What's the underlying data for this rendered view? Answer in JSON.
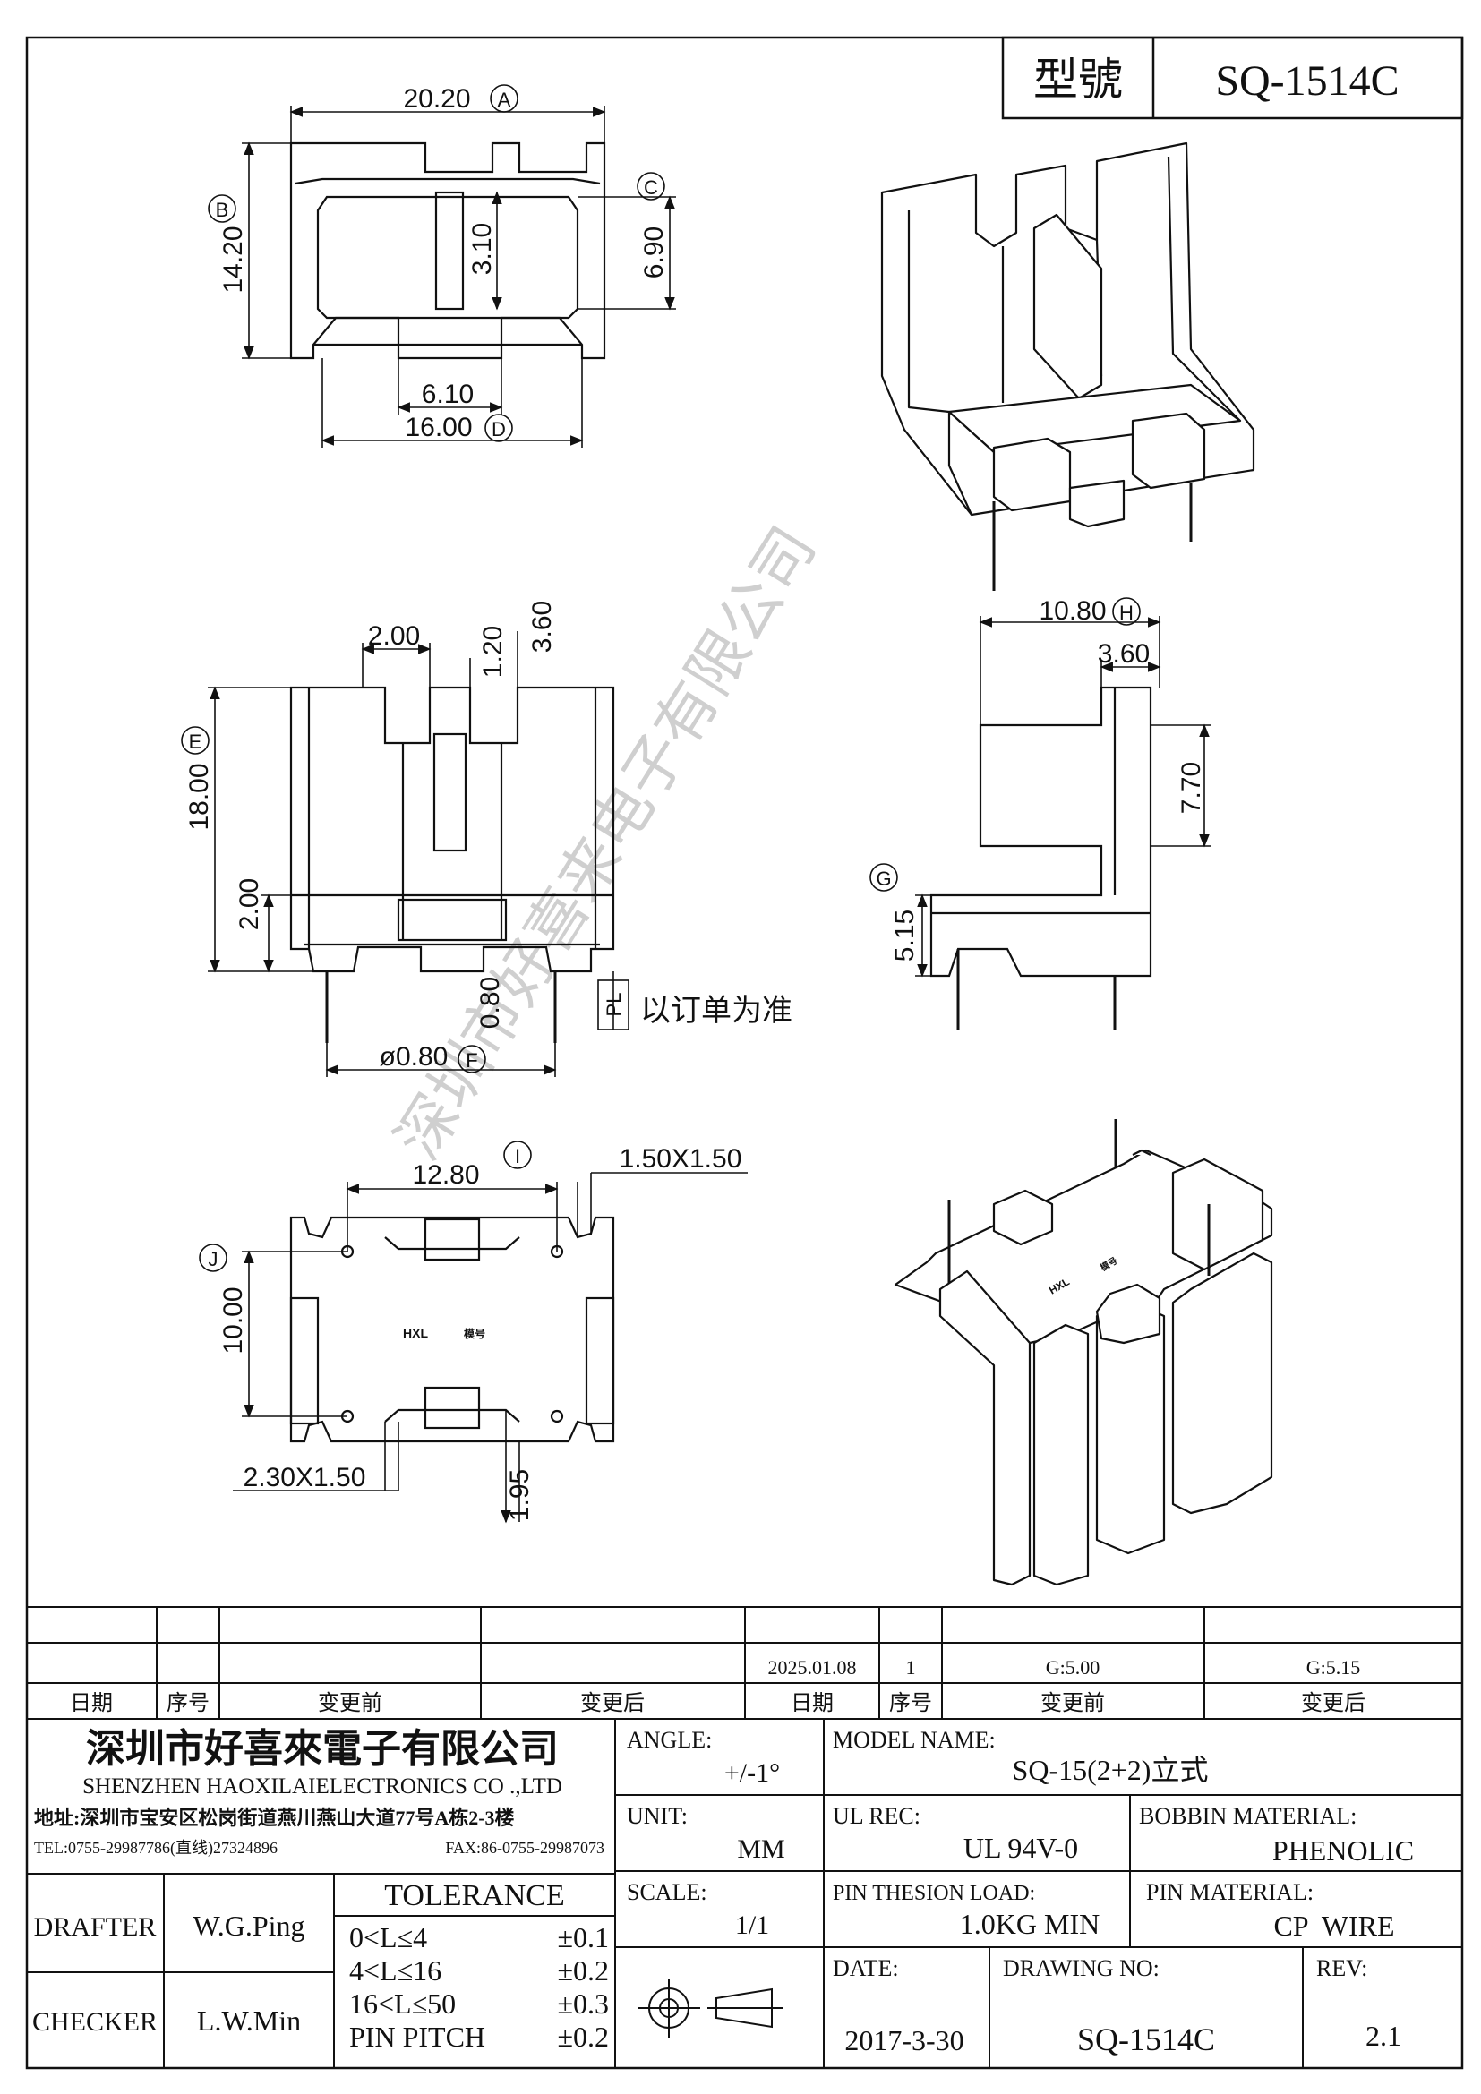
{
  "model_header": {
    "label": "型號",
    "value": "SQ-1514C"
  },
  "views": {
    "top": {
      "width": "20.20",
      "width_tag": "A",
      "depth": "14.20",
      "depth_tag": "B",
      "wall_slot": "6.90",
      "wall_slot_tag": "C",
      "center_wall": "3.10",
      "bottom_slot": "6.10",
      "base_width": "16.00",
      "base_tag": "D"
    },
    "front": {
      "slot_w": "2.00",
      "slot_gap": "1.20",
      "slot_depth": "3.60",
      "height": "18.00",
      "height_tag": "E",
      "base_h": "2.00",
      "pin_gap": "0.80",
      "pl": "PL",
      "pl_note": "以订单为准",
      "pin_dia": "ø0.80",
      "pin_tag": "F"
    },
    "side": {
      "depth": "10.80",
      "depth_tag": "H",
      "top_w": "3.60",
      "mid_h": "7.70",
      "base_h": "5.15",
      "base_tag": "G"
    },
    "bottom": {
      "pin_span": "12.80",
      "pin_span_tag": "I",
      "slot_top": "1.50X1.50",
      "pin_row": "10.00",
      "pin_row_tag": "J",
      "slot_bottom": "2.30X1.50",
      "slot_offset": "1.95",
      "mark_logo": "HXL",
      "mark_text": "模号"
    }
  },
  "watermark": "深圳市好喜来电子有限公司",
  "revision_table": {
    "rows": [
      [
        "",
        "",
        "",
        "",
        "2025.01.08",
        "1",
        "G:5.00",
        "G:5.15"
      ],
      [
        "日期",
        "序号",
        "变更前",
        "变更后",
        "日期",
        "序号",
        "变更前",
        "变更后"
      ]
    ]
  },
  "company": {
    "name_cn": "深圳市好喜來電子有限公司",
    "name_en": "SHENZHEN HAOXILAIELECTRONICS CO .,LTD",
    "address": "地址:深圳市宝安区松岗街道燕川燕山大道77号A栋2-3楼",
    "tel": "TEL:0755-29987786(直线)27324896",
    "fax": "FAX:86-0755-29987073"
  },
  "people": {
    "drafter_label": "DRAFTER",
    "drafter": "W.G.Ping",
    "checker_label": "CHECKER",
    "checker": "L.W.Min"
  },
  "tolerance": {
    "title": "TOLERANCE",
    "rows": [
      {
        "range": "0<L≤4",
        "value": "±0.1"
      },
      {
        "range": "4<L≤16",
        "value": "±0.2"
      },
      {
        "range": "16<L≤50",
        "value": "±0.3"
      },
      {
        "range": "PIN PITCH",
        "value": "±0.2"
      }
    ]
  },
  "specs": {
    "angle_label": "ANGLE:",
    "angle": "+/-1°",
    "model_label": "MODEL NAME:",
    "model": "SQ-15(2+2)立式",
    "unit_label": "UNIT:",
    "unit": "MM",
    "ul_label": "UL REC:",
    "ul": "UL 94V-0",
    "bobbin_label": "BOBBIN MATERIAL:",
    "bobbin": "PHENOLIC",
    "scale_label": "SCALE:",
    "scale": "1/1",
    "load_label": "PIN THESION LOAD:",
    "load": "1.0KG MIN",
    "pinmat_label": "PIN MATERIAL:",
    "pinmat": "CP  WIRE",
    "date_label": "DATE:",
    "date": "2017-3-30",
    "drawing_label": "DRAWING NO:",
    "drawing": "SQ-1514C",
    "rev_label": "REV:",
    "rev": "2.1"
  }
}
